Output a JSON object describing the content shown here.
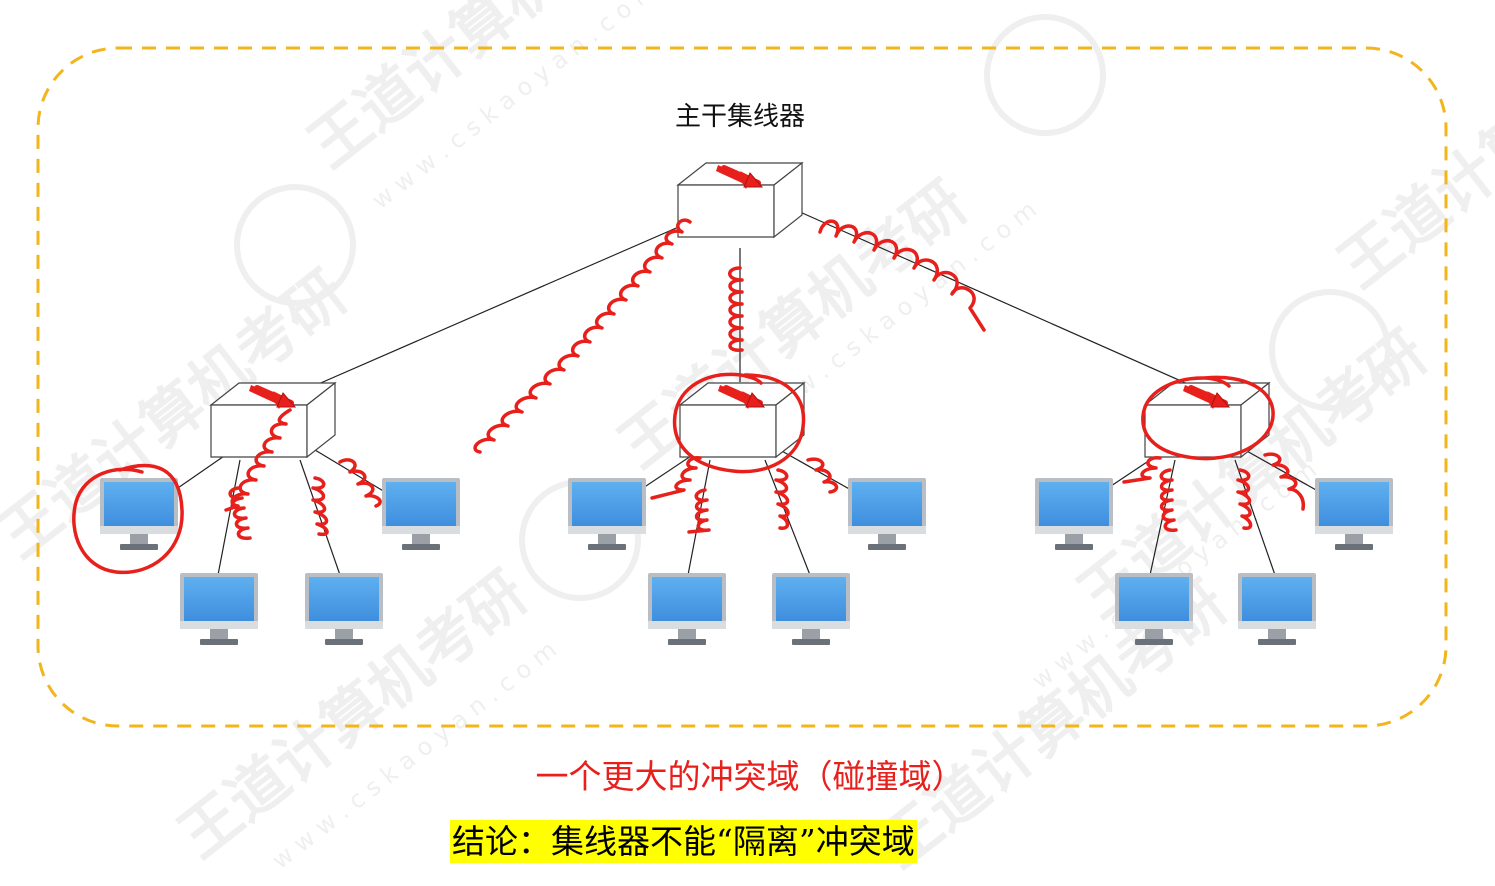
{
  "diagram": {
    "backbone_label": "主干集线器",
    "domain_caption": "一个更大的冲突域（碰撞域）",
    "conclusion": "结论：集线器不能“隔离”冲突域"
  },
  "colors": {
    "boundary": "#f2b51c",
    "annotation": "#e8201c",
    "highlight": "#ffff00",
    "monitor_screen": "#4a9fe6"
  },
  "watermark": {
    "brand": "王道计算机考研",
    "site": "w w w . c s k a o y a n . c o m"
  }
}
